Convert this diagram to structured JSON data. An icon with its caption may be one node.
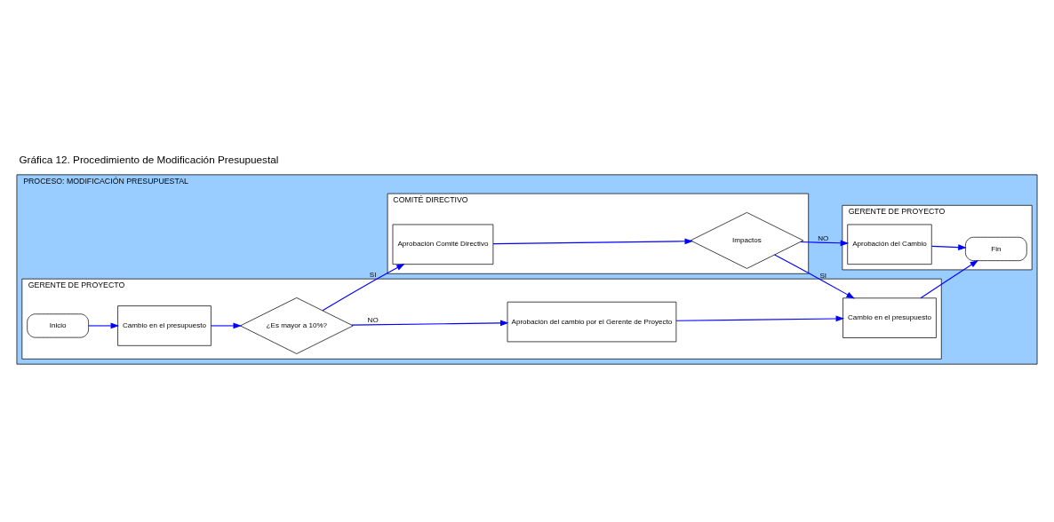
{
  "diagram": {
    "title": "Gráfica 12. Procedimiento de Modificación Presupuestal",
    "nodes": [
      {
        "text": [
          "PROCESO: MODIFICACIÓN PRESUPUESTAL"
        ]
      },
      {
        "text": [
          "GERENTE DE PROYECTO"
        ],
        "in": 0
      },
      {
        "text": [
          "COMITÉ DIRECTIVO"
        ],
        "in": 0
      },
      {
        "text": [
          "GERENTE DE PROYECTO"
        ],
        "in": 0
      },
      {
        "text": [
          "Inicio"
        ],
        "in": 1
      },
      {
        "text": [
          "Cambio en el presupuesto"
        ],
        "in": 1
      },
      {
        "text": [
          "¿Es mayor a 10%?"
        ],
        "in": 1
      },
      {
        "text": [
          "Aprobación del cambio por el Gerente de Proyecto"
        ],
        "in": 1
      },
      {
        "text": [
          "Cambio en el presupuesto"
        ],
        "in": 1
      },
      {
        "text": [
          "Aprobación Comité Directivo"
        ],
        "in": 2
      },
      {
        "text": [
          "Impactos"
        ],
        "in": 2
      },
      {
        "text": [
          "Aprobación del Cambio"
        ],
        "in": 3
      },
      {
        "text": [
          "Fin"
        ],
        "in": 3
      }
    ],
    "edges": [
      {
        "from": 4,
        "to": 5,
        "arrow": "to"
      },
      {
        "from": 5,
        "to": 6,
        "arrow": "to"
      },
      {
        "from": 6,
        "to": 7,
        "arrow": "to",
        "label": "NO"
      },
      {
        "from": 6,
        "to": 9,
        "arrow": "to",
        "label": "SI"
      },
      {
        "from": 7,
        "to": 8,
        "arrow": "to"
      },
      {
        "from": 9,
        "to": 10,
        "arrow": "to"
      },
      {
        "from": 10,
        "to": 8,
        "arrow": "to",
        "label": "SI"
      },
      {
        "from": 10,
        "to": 11,
        "arrow": "to",
        "label": "NO"
      },
      {
        "from": 8,
        "to": 12,
        "arrow": "to"
      },
      {
        "from": 11,
        "to": 12,
        "arrow": "to"
      }
    ]
  }
}
